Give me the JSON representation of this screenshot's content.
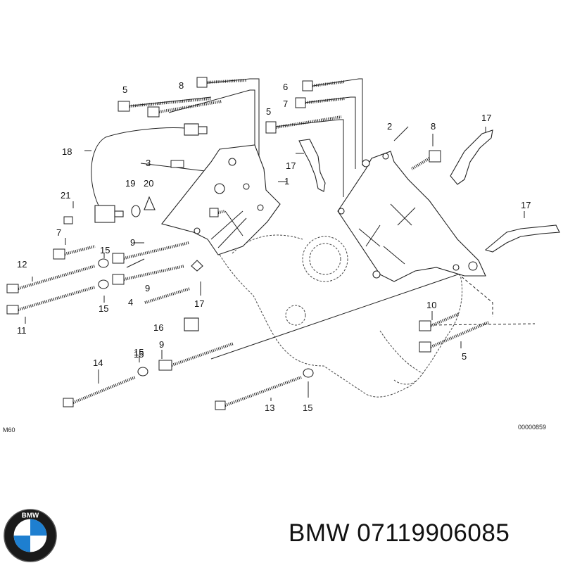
{
  "diagram": {
    "callouts": [
      "5",
      "8",
      "6",
      "7",
      "5",
      "17",
      "2",
      "8",
      "18",
      "3",
      "1",
      "17",
      "19",
      "20",
      "21",
      "7",
      "15",
      "9",
      "12",
      "15",
      "9",
      "17",
      "4",
      "11",
      "15",
      "16",
      "10",
      "5",
      "14",
      "15",
      "9",
      "13",
      "15",
      "17"
    ],
    "engine_code": "M60",
    "drawing_number": "00000859"
  },
  "brand": {
    "logo_text": "BMW",
    "part_label": "BMW 07119906085"
  },
  "colors": {
    "logo_blue": "#1e7fd0",
    "logo_ring": "#1a1a1a",
    "ink": "#222222"
  }
}
